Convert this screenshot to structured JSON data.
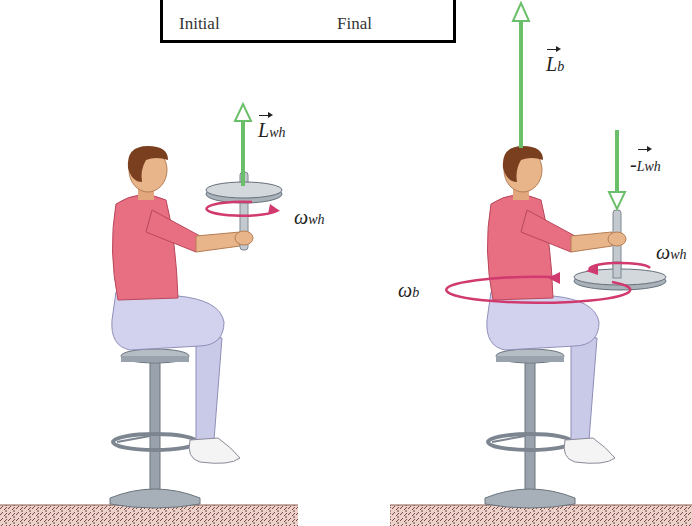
{
  "diagram": {
    "nodes": [
      {
        "text": [
          "Initial",
          "Final"
        ]
      }
    ],
    "labels": [
      "Lwh",
      "ωwh",
      "Lb",
      "-Lwh",
      "ωwh",
      "ωb"
    ]
  }
}
